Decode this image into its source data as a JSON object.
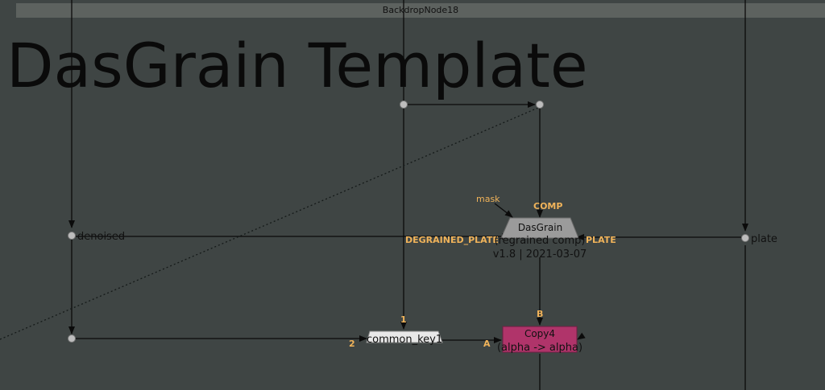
{
  "backdrop": {
    "label": "BackdropNode18",
    "title": "DasGrain Template"
  },
  "dots": {
    "denoised": "denoised",
    "plate": "plate"
  },
  "dasgrain": {
    "name": "DasGrain",
    "sub": "(regrained comp)",
    "version": "v1.8 | 2021-03-07",
    "inputs": {
      "mask": "mask",
      "comp": "COMP",
      "degrained": "DEGRAINED_PLATE",
      "plate": "PLATE"
    }
  },
  "common_key": {
    "name": "common_key1",
    "input1": "1",
    "input2": "2"
  },
  "copy": {
    "name": "Copy4",
    "sub": "(alpha -> alpha)",
    "inputA": "A",
    "inputB": "B"
  },
  "colors": {
    "background": "#3f4544",
    "edge": "#0b0b0b",
    "copy_node": "#b0346a",
    "input_label": "#f0b35a"
  }
}
